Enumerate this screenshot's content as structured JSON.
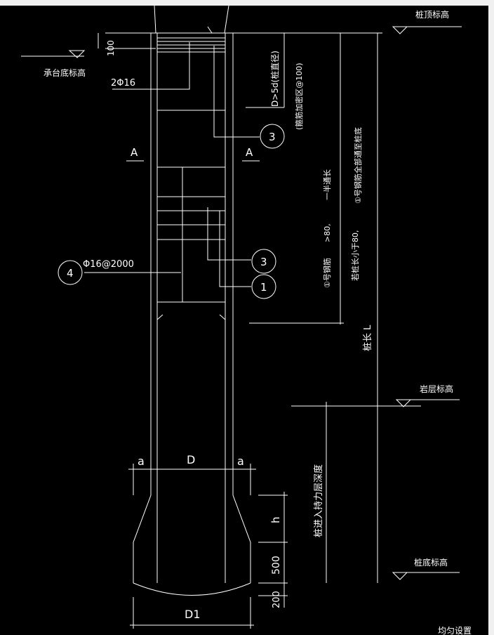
{
  "labels": {
    "pile_top_elev": "桩顶标高",
    "cap_bottom_elev": "承台底标高",
    "rock_elev": "岩层标高",
    "pile_bottom_elev": "桩底标高",
    "dim_100": "100",
    "rebar_2phi16": "2Φ16",
    "anchor_len": "D>5d(桩直径)",
    "stirrup_dense": "(箍筋加密区@100)",
    "section_a_left": "A",
    "section_a_right": "A",
    "bar_note_1": "①号钢筋全部通至桩底",
    "bar_note_2": "一半通长",
    "bar_note_3": ">80,",
    "bar_note_4": "若桩长小于80,",
    "bar_note_5": "①号钢筋",
    "pile_length": "桩长 L",
    "rock_socket": "桩进入持力层深度",
    "spiral": "Φ16@2000",
    "dim_a_left": "a",
    "dim_D": "D",
    "dim_a_right": "a",
    "dim_h": "h",
    "dim_500": "500",
    "dim_200": "200",
    "dim_D1": "D1",
    "footer": "均匀设置"
  },
  "markers": [
    "3",
    "3",
    "1",
    "4"
  ]
}
